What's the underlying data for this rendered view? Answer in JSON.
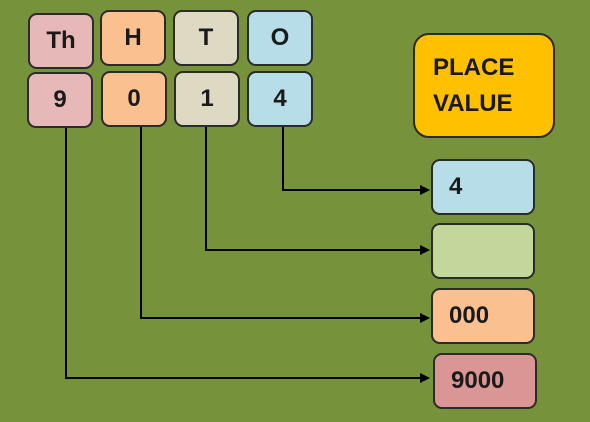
{
  "headers": [
    {
      "label": "Th",
      "color": "#e6b9b8"
    },
    {
      "label": "H",
      "color": "#fac090"
    },
    {
      "label": "T",
      "color": "#ddd9c3"
    },
    {
      "label": "O",
      "color": "#b7dee8"
    }
  ],
  "digits": [
    {
      "value": "9",
      "color": "#e6b9b8"
    },
    {
      "value": "0",
      "color": "#fac090"
    },
    {
      "value": "1",
      "color": "#ddd9c3"
    },
    {
      "value": "4",
      "color": "#b7dee8"
    }
  ],
  "place_value_title": {
    "line1": "PLACE",
    "line2": "VALUE",
    "color": "#ffc000"
  },
  "results": [
    {
      "value": "4",
      "color": "#b7dee8"
    },
    {
      "value": "",
      "color": "#c3d69b"
    },
    {
      "value": "000",
      "color": "#fac090"
    },
    {
      "value": "9000",
      "color": "#d99694"
    }
  ],
  "background": "#76933c"
}
